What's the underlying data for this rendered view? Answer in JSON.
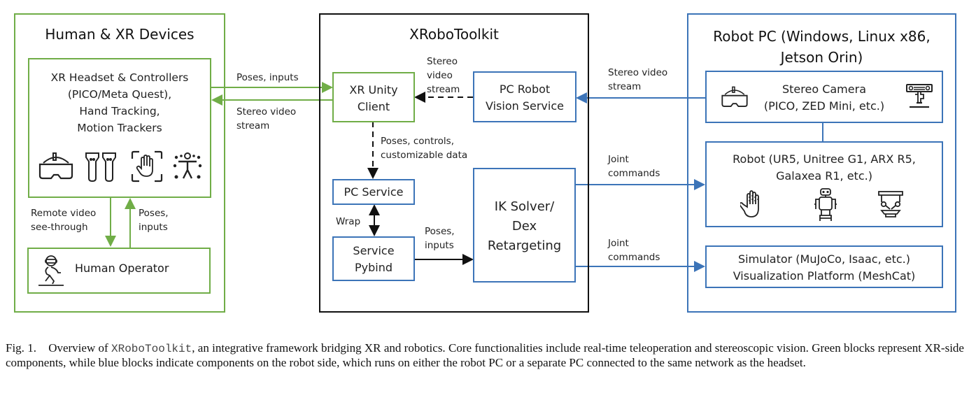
{
  "colors": {
    "xr_side": "#70ad47",
    "robot_side": "#3c74b8",
    "toolkit": "#111111"
  },
  "groups": {
    "human_xr": {
      "title": "Human & XR Devices",
      "xr_devices": {
        "lines": [
          "XR Headset & Controllers",
          "(PICO/Meta Quest),",
          "Hand Tracking,",
          "Motion Trackers"
        ],
        "icons": [
          "vr-headset-icon",
          "controllers-icon",
          "hand-tracking-icon",
          "motion-tracker-icon"
        ]
      },
      "human_operator": {
        "label": "Human Operator",
        "icon": "operator-icon"
      },
      "edges": {
        "down": [
          "Remote video",
          "see-through"
        ],
        "up": [
          "Poses,",
          "inputs"
        ]
      }
    },
    "toolkit": {
      "title": "XRoboToolkit",
      "xr_unity_client": [
        "XR Unity",
        "Client"
      ],
      "pc_robot_vision": [
        "PC Robot",
        "Vision Service"
      ],
      "pc_service": "PC Service",
      "service_pybind": [
        "Service",
        "Pybind"
      ],
      "ik_solver": [
        "IK Solver/",
        "Dex",
        "Retargeting"
      ],
      "edges": {
        "stereo": [
          "Stereo",
          "video",
          "stream"
        ],
        "poses_controls": [
          "Poses, controls,",
          "customizable data"
        ],
        "wrap": "Wrap",
        "poses_inputs": [
          "Poses,",
          "inputs"
        ]
      }
    },
    "robot_pc": {
      "title": [
        "Robot PC (Windows, Linux x86,",
        "Jetson Orin)"
      ],
      "stereo_camera": [
        "Stereo Camera",
        "(PICO, ZED Mini, etc.)"
      ],
      "robot": [
        "Robot (UR5, Unitree G1, ARX R5,",
        "Galaxea R1, etc.)"
      ],
      "simulator": [
        "Simulator (MuJoCo, Isaac, etc.)",
        "Visualization Platform (MeshCat)"
      ]
    }
  },
  "cross_edges": {
    "poses_inputs": "Poses, inputs",
    "stereo_video_left": [
      "Stereo video",
      "stream"
    ],
    "stereo_video_right": [
      "Stereo video",
      "stream"
    ],
    "joint_commands_1": [
      "Joint",
      "commands"
    ],
    "joint_commands_2": [
      "Joint",
      "commands"
    ]
  },
  "caption": {
    "prefix": "Fig. 1.",
    "before_code": "Overview of ",
    "code": "XRoboToolkit",
    "after_code": ", an integrative framework bridging XR and robotics. Core functionalities include real-time teleoperation and stereoscopic vision. Green blocks represent XR-side components, while blue blocks indicate components on the robot side, which runs on either the robot PC or a separate PC connected to the same network as the headset."
  }
}
